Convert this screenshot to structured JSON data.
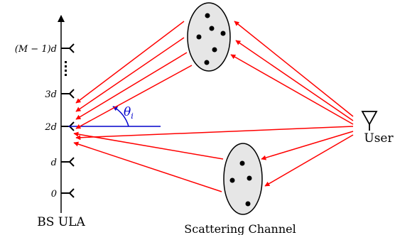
{
  "labels": {
    "bs": "BS ULA",
    "scattering": "Scattering Channel",
    "user": "User",
    "angle": "θ",
    "angle_sub": "i"
  },
  "ticks": [
    "(M − 1)d",
    "3d",
    "2d",
    "d",
    "0"
  ],
  "colors": {
    "arrow": "#ff0000",
    "angle_line": "#0000cc",
    "axis": "#000000",
    "cluster_fill": "#e6e6e6"
  }
}
